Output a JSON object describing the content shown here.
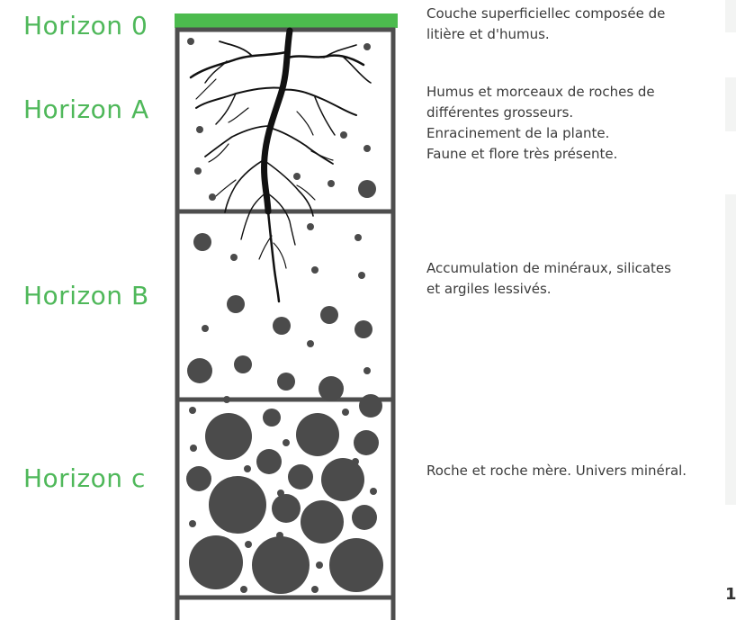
{
  "horizons": [
    {
      "label": "Horizon 0",
      "description": [
        "Couche superficiellec composée de",
        "litière et d'humus."
      ]
    },
    {
      "label": "Horizon A",
      "description": [
        "Humus et morceaux de roches de",
        "différentes grosseurs.",
        "Enracinement de la plante.",
        "Faune et flore très présente."
      ]
    },
    {
      "label": "Horizon B",
      "description": [
        "Accumulation de minéraux, silicates",
        "et argiles lessivés."
      ]
    },
    {
      "label": "Horizon c",
      "description": [
        "Roche et roche mère. Univers minéral."
      ]
    }
  ],
  "page_number": "1",
  "colors": {
    "label_green": "#4fb85a",
    "top_layer_green": "#4cbb4e",
    "rock_gray": "#4b4b4b",
    "frame_gray": "#4e4e4e"
  }
}
